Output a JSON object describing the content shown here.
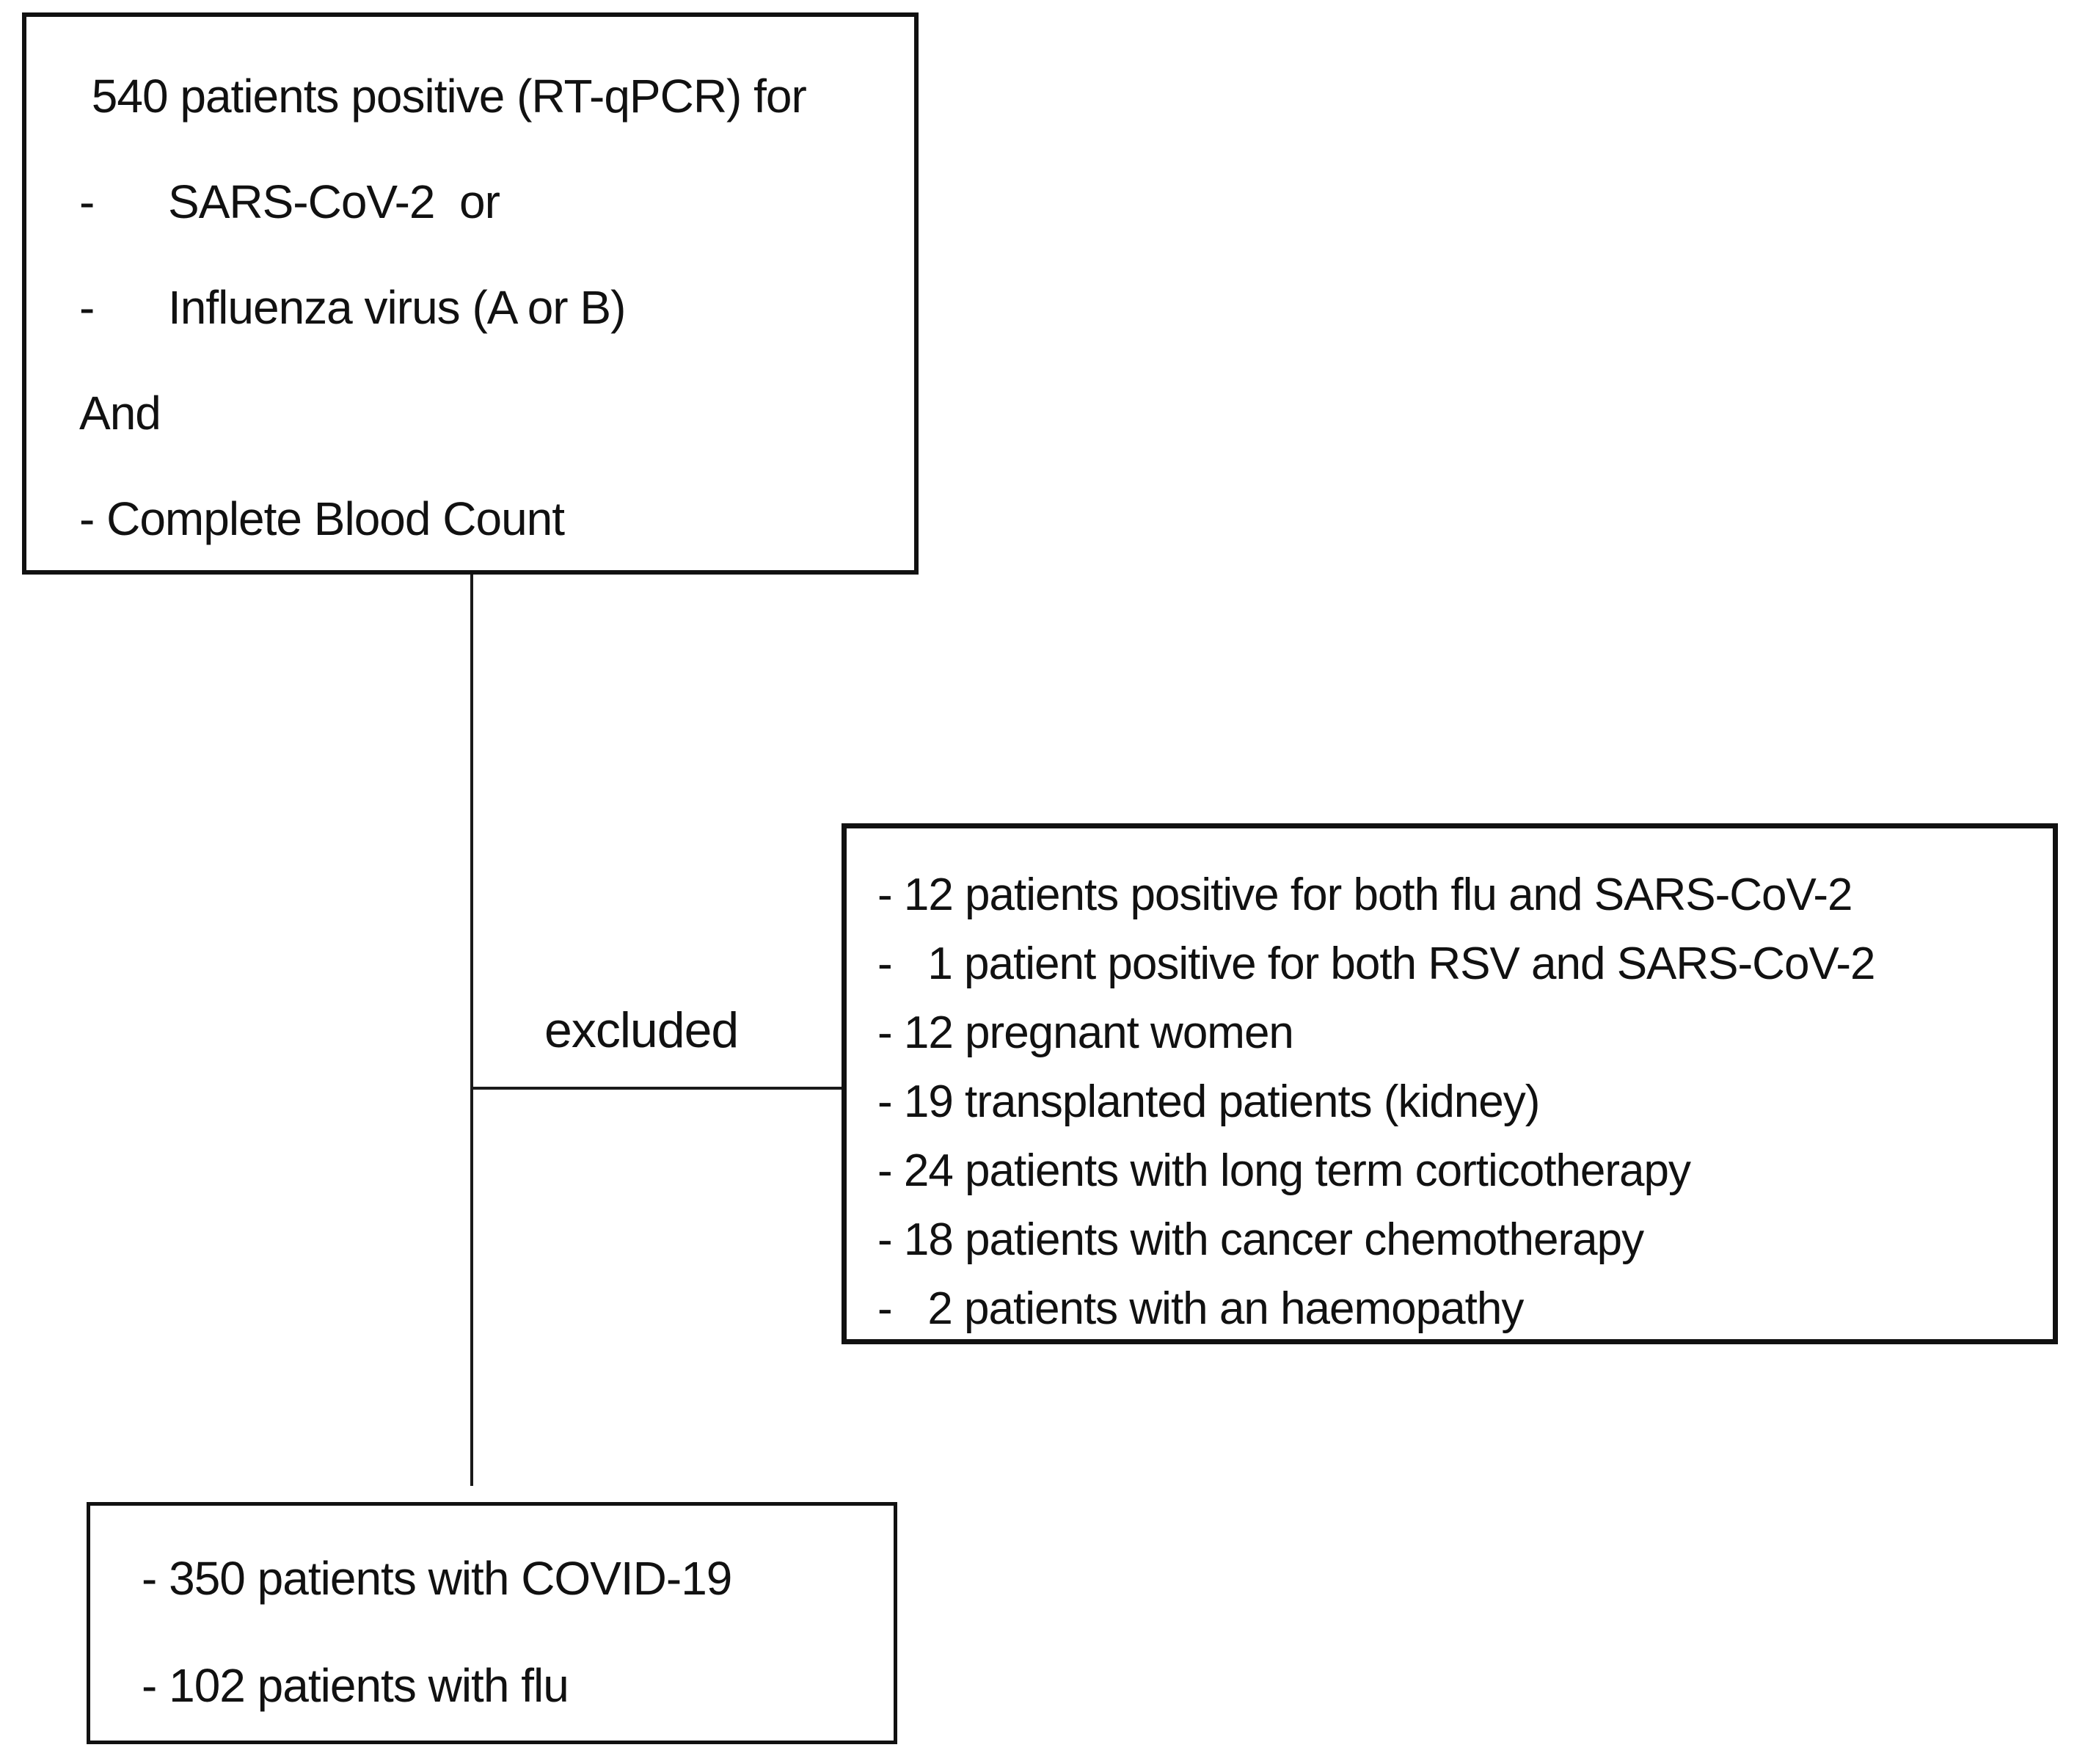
{
  "top_box": {
    "lines": [
      " 540 patients positive (RT-qPCR) for",
      "-      SARS-CoV-2  or",
      "-      Influenza virus (A or B)",
      "And",
      "- Complete Blood Count"
    ]
  },
  "excluded_label": "excluded",
  "exclusion_box": {
    "lines": [
      "- 12 patients positive for both flu and SARS-CoV-2",
      "-   1 patient positive for both RSV and SARS-CoV-2",
      "- 12 pregnant women",
      "- 19 transplanted patients (kidney)",
      "- 24 patients with long term corticotherapy",
      "- 18 patients with cancer chemotherapy",
      "-   2 patients with an haemopathy"
    ]
  },
  "result_box": {
    "lines": [
      "- 350 patients with COVID-19",
      "- 102 patients with flu"
    ]
  },
  "colors": {
    "border": "#111111",
    "connector": "#1a1a1a",
    "text": "#111111",
    "background": "#ffffff"
  }
}
